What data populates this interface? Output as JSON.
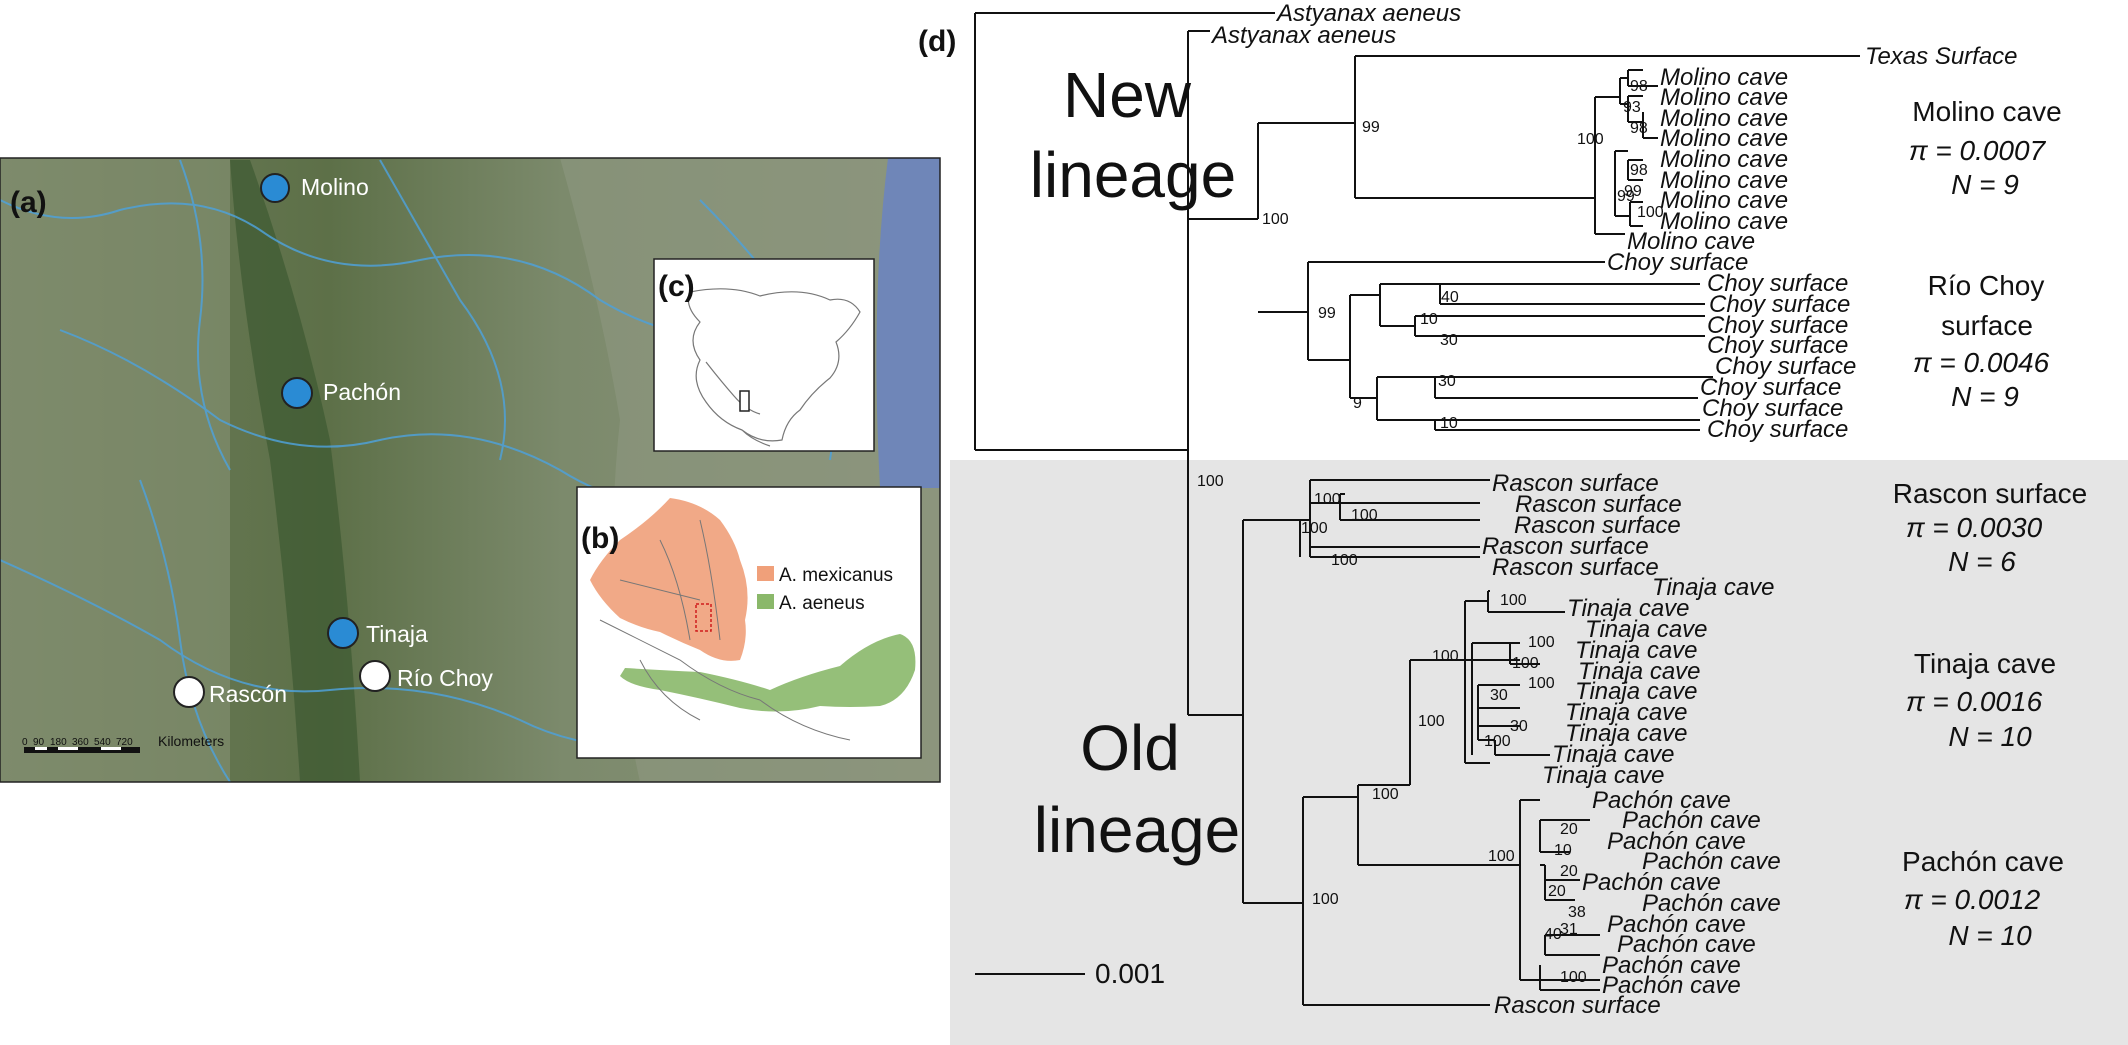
{
  "panels": {
    "a": "(a)",
    "b": "(b)",
    "c": "(c)",
    "d": "(d)"
  },
  "map": {
    "sites": [
      {
        "name": "Molino",
        "color": "#2a8bd4"
      },
      {
        "name": "Pachón",
        "color": "#2a8bd4"
      },
      {
        "name": "Tinaja",
        "color": "#2a8bd4"
      },
      {
        "name": "Rascón",
        "color": "#ffffff"
      },
      {
        "name": "Río Choy",
        "color": "#ffffff"
      }
    ],
    "scale_ticks": [
      "0",
      "90",
      "180",
      "360",
      "540",
      "720"
    ],
    "scale_unit": "Kilometers"
  },
  "legend": {
    "items": [
      {
        "label": "A. mexicanus",
        "color": "#f0a07a"
      },
      {
        "label": "A. aeneus",
        "color": "#8ab86a"
      }
    ]
  },
  "tree": {
    "scale_label": "0.001",
    "lineage_new": [
      "New",
      "lineage"
    ],
    "lineage_old": [
      "Old",
      "lineage"
    ],
    "taxa": [
      "Astyanax aeneus",
      "Astyanax aeneus",
      "Texas Surface",
      "Molino cave",
      "Molino cave",
      "Molino cave",
      "Molino cave",
      "Molino cave",
      "Molino cave",
      "Molino cave",
      "Molino cave",
      "Molino cave",
      "Choy surface",
      "Choy surface",
      "Choy surface",
      "Choy surface",
      "Choy surface",
      "Choy surface",
      "Choy surface",
      "Choy surface",
      "Choy surface",
      "Rascon surface",
      "Rascon surface",
      "Rascon surface",
      "Rascon surface",
      "Rascon surface",
      "Tinaja cave",
      "Tinaja cave",
      "Tinaja cave",
      "Tinaja cave",
      "Tinaja cave",
      "Tinaja cave",
      "Tinaja cave",
      "Tinaja cave",
      "Tinaja cave",
      "Tinaja cave",
      "Pachón cave",
      "Pachón cave",
      "Pachón cave",
      "Pachón cave",
      "Pachón cave",
      "Pachón cave",
      "Pachón cave",
      "Pachón cave",
      "Pachón cave",
      "Pachón cave",
      "Rascon surface"
    ],
    "support": [
      "98",
      "93",
      "98",
      "100",
      "98",
      "99",
      "100",
      "99",
      "100",
      "99",
      "40",
      "10",
      "99",
      "30",
      "30",
      "9",
      "10",
      "100",
      "100",
      "100",
      "100",
      "100",
      "100",
      "100",
      "100",
      "100",
      "100",
      "30",
      "30",
      "100",
      "100",
      "100",
      "20",
      "10",
      "20",
      "20",
      "38",
      "40",
      "31",
      "100",
      "100",
      "100",
      "100"
    ],
    "populations": [
      {
        "name": [
          "Molino cave"
        ],
        "pi": "π = 0.0007",
        "n": "N = 9"
      },
      {
        "name": [
          "Río Choy",
          "surface"
        ],
        "pi": "π = 0.0046",
        "n": "N = 9"
      },
      {
        "name": [
          "Rascon surface"
        ],
        "pi": "π = 0.0030",
        "n": "N = 6"
      },
      {
        "name": [
          "Tinaja cave"
        ],
        "pi": "π = 0.0016",
        "n": "N = 10"
      },
      {
        "name": [
          "Pachón cave"
        ],
        "pi": "π = 0.0012",
        "n": "N = 10"
      }
    ]
  }
}
